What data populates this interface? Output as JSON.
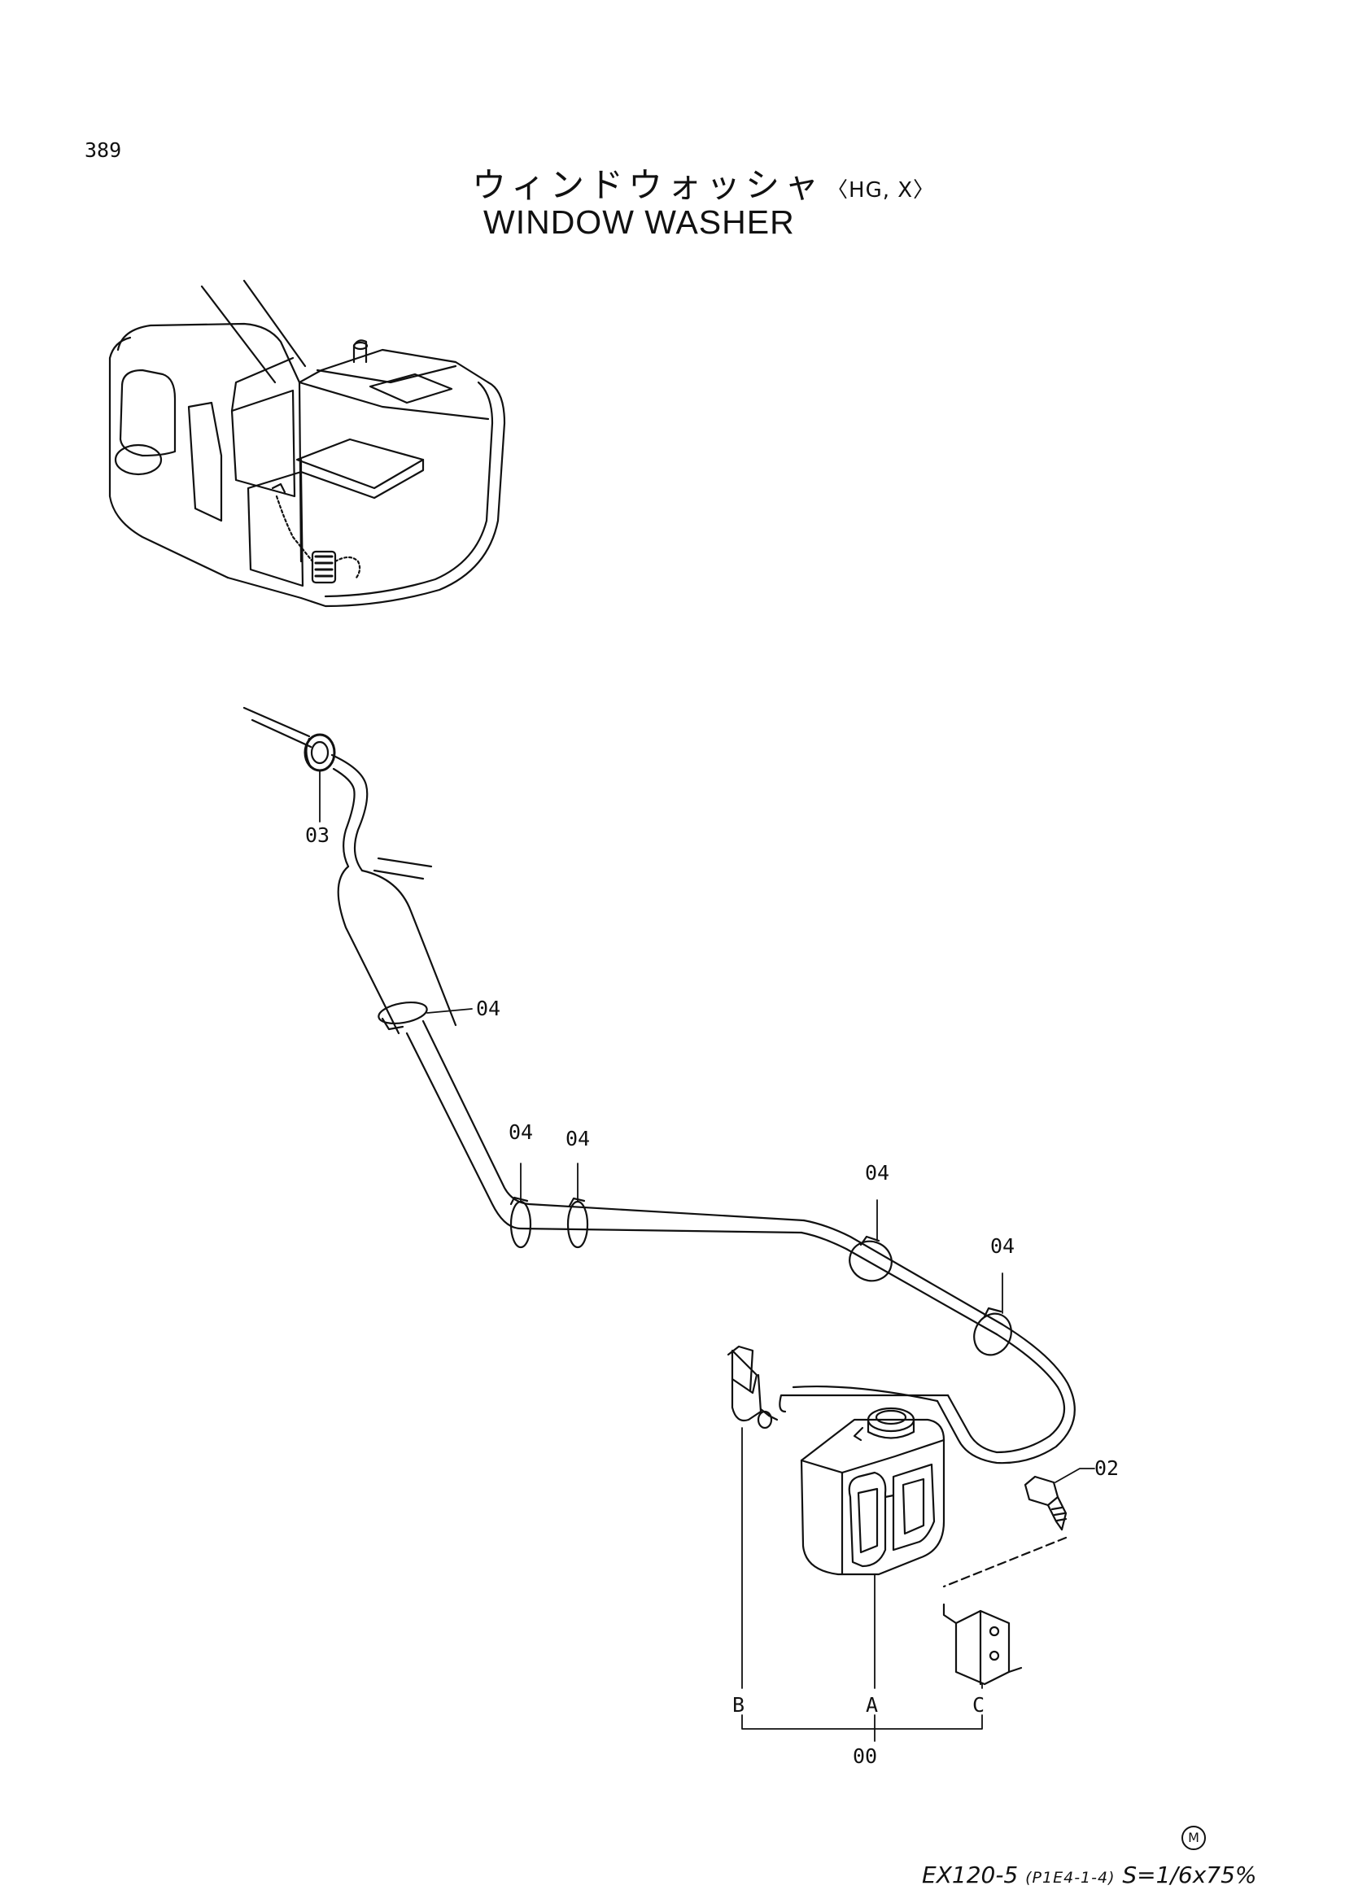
{
  "page": {
    "number": "389"
  },
  "title": {
    "japanese": "ウィンドウォッシャ",
    "variant": "〈HG, X〉",
    "english": "WINDOW  WASHER"
  },
  "callouts": {
    "c03": "03",
    "c04a": "04",
    "c04b": "04",
    "c04c": "04",
    "c04d": "04",
    "c04e": "04",
    "c02": "02",
    "cA": "A",
    "cB": "B",
    "cC": "C",
    "c00": "00"
  },
  "footer": {
    "model": "EX120-5",
    "code": "(P1E4-1-4)",
    "scale": "S=1/6x75%",
    "mark": "M"
  }
}
